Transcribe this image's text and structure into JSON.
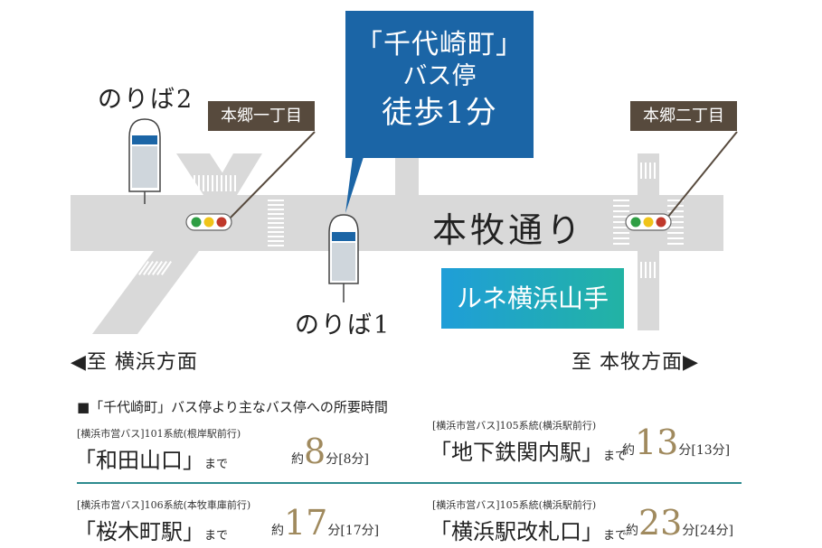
{
  "callout": {
    "line1": "「千代崎町」",
    "line2": "バス停",
    "line3": "徒歩1分"
  },
  "stops": {
    "noriba1": "のりば1",
    "noriba2": "のりば2"
  },
  "intersections": {
    "left": "本郷一丁目",
    "right": "本郷二丁目"
  },
  "road_name": "本牧通り",
  "property_name": "ルネ横浜山手",
  "directions": {
    "left": "◀至 横浜方面",
    "right": "至 本牧方面▶"
  },
  "colors": {
    "callout": "#1b65a6",
    "tag": "#574a3d",
    "road": "#d9d9d9",
    "brand_start": "#1f9ed8",
    "brand_end": "#22b3a4",
    "time_number": "#a08a5e",
    "divider": "#2c8a8e"
  },
  "schedule": {
    "heading": "■「千代崎町」バス停より主なバス停への所要時間",
    "entries": [
      {
        "route": "[横浜市営バス]101系統(根岸駅前行)",
        "stop": "「和田山口」",
        "made": "まで",
        "yaku": "約",
        "minutes": "8",
        "fun": "分",
        "alt": "[8分]"
      },
      {
        "route": "[横浜市営バス]105系統(横浜駅前行)",
        "stop": "「地下鉄関内駅」",
        "made": "まで",
        "yaku": "約",
        "minutes": "13",
        "fun": "分",
        "alt": "[13分]"
      },
      {
        "route": "[横浜市営バス]106系統(本牧車庫前行)",
        "stop": "「桜木町駅」",
        "made": "まで",
        "yaku": "約",
        "minutes": "17",
        "fun": "分",
        "alt": "[17分]"
      },
      {
        "route": "[横浜市営バス]105系統(横浜駅前行)",
        "stop": "「横浜駅改札口」",
        "made": "まで",
        "yaku": "約",
        "minutes": "23",
        "fun": "分",
        "alt": "[24分]"
      }
    ]
  }
}
